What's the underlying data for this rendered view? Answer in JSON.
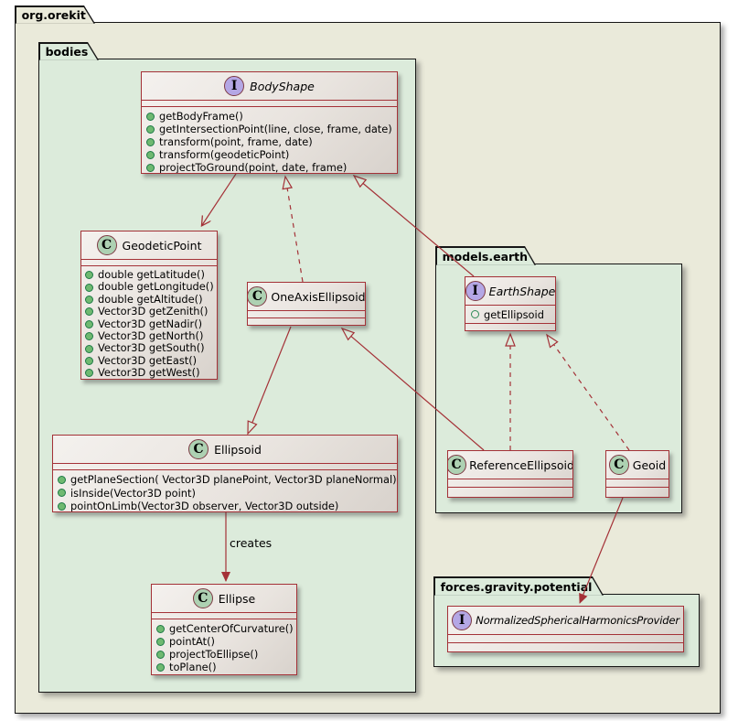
{
  "packages": {
    "orekit": {
      "label": "org.orekit"
    },
    "bodies": {
      "label": "bodies"
    },
    "models": {
      "label": "models.earth"
    },
    "forces": {
      "label": "forces.gravity.potential"
    }
  },
  "classes": {
    "bodyShape": {
      "badge": "I",
      "name": "BodyShape",
      "methods": [
        "getBodyFrame()",
        "getIntersectionPoint(line, close, frame, date)",
        "transform(point, frame, date)",
        "transform(geodeticPoint)",
        "projectToGround(point, date, frame)"
      ]
    },
    "geodeticPoint": {
      "badge": "C",
      "name": "GeodeticPoint",
      "methods": [
        "double getLatitude()",
        "double getLongitude()",
        "double getAltitude()",
        "Vector3D getZenith()",
        "Vector3D getNadir()",
        "Vector3D getNorth()",
        "Vector3D getSouth()",
        "Vector3D getEast()",
        "Vector3D getWest()"
      ]
    },
    "oneAxisEllipsoid": {
      "badge": "C",
      "name": "OneAxisEllipsoid"
    },
    "ellipsoid": {
      "badge": "C",
      "name": "Ellipsoid",
      "methods": [
        "getPlaneSection( Vector3D planePoint, Vector3D planeNormal)",
        "isInside(Vector3D point)",
        "pointOnLimb(Vector3D observer, Vector3D outside)"
      ]
    },
    "ellipse": {
      "badge": "C",
      "name": "Ellipse",
      "methods": [
        "getCenterOfCurvature()",
        "pointAt()",
        "projectToEllipse()",
        "toPlane()"
      ]
    },
    "earthShape": {
      "badge": "I",
      "name": "EarthShape",
      "fields": [
        "getEllipsoid"
      ]
    },
    "referenceEllipsoid": {
      "badge": "C",
      "name": "ReferenceEllipsoid"
    },
    "geoid": {
      "badge": "C",
      "name": "Geoid"
    },
    "nshp": {
      "badge": "I",
      "name": "NormalizedSphericalHarmonicsProvider"
    }
  },
  "relations": {
    "creates_label": "creates"
  },
  "colors": {
    "class_border": "#A43137",
    "relation_line": "#A43137",
    "outer_package_bg": "#EAEADA",
    "inner_package_bg": "#DCEBDB",
    "class_badge_bg": "#ADD1B2",
    "interface_badge_bg": "#B4A7E5",
    "public_method_dot": "#6FB971"
  }
}
